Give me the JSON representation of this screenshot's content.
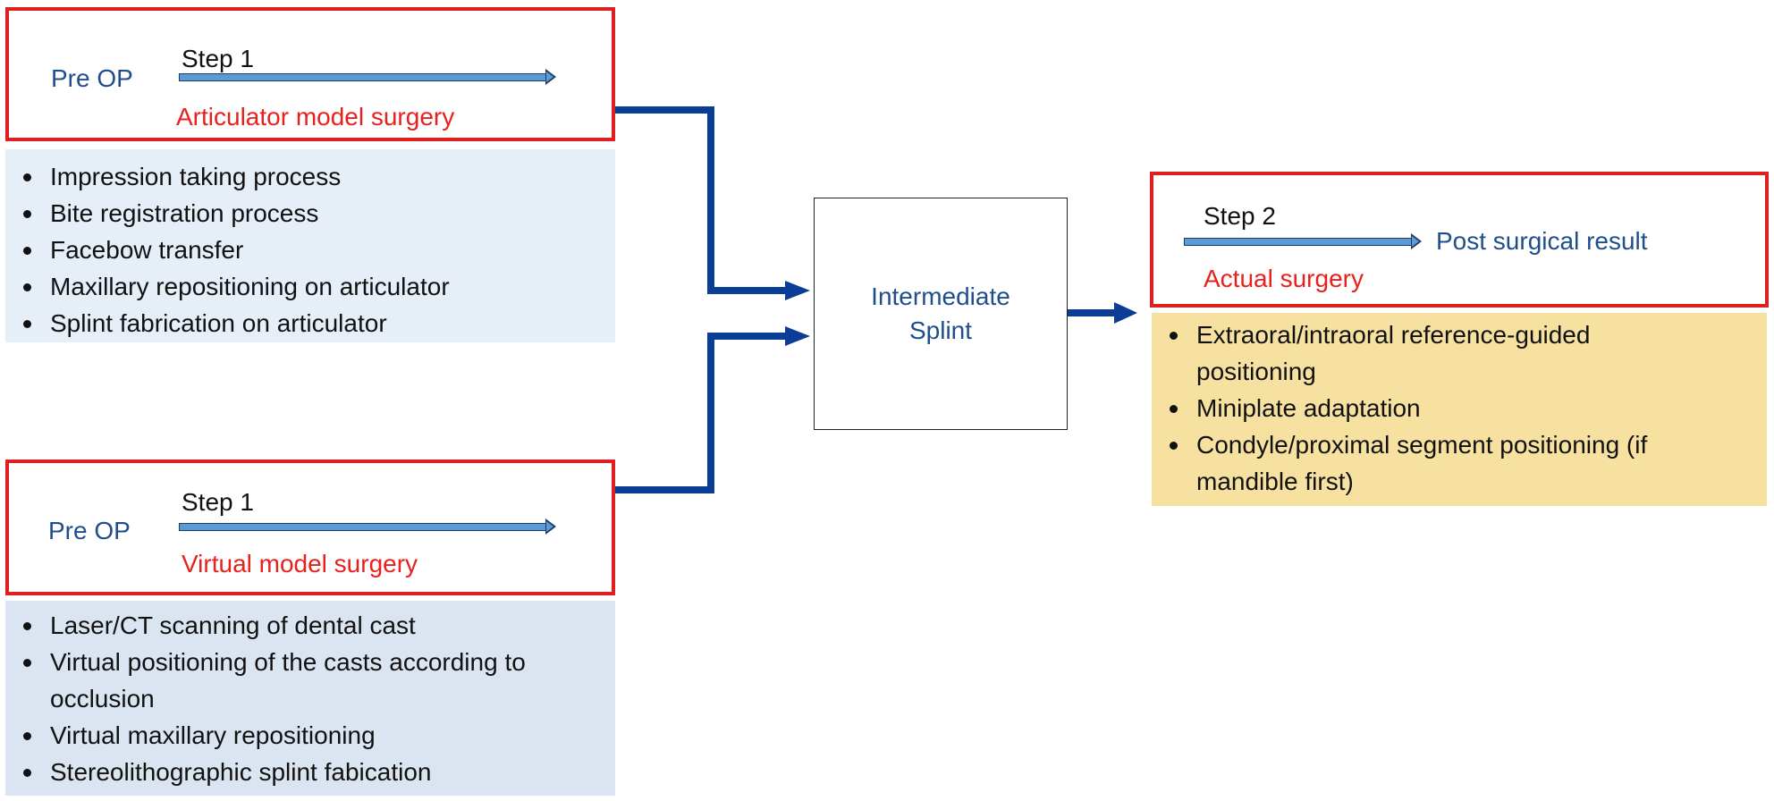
{
  "top_panel": {
    "pre_op": "Pre OP",
    "step": "Step 1",
    "method": "Articulator model surgery",
    "items": [
      "Impression taking process",
      "Bite registration process",
      "Facebow transfer",
      "Maxillary repositioning on articulator",
      "Splint fabrication on articulator"
    ]
  },
  "bottom_panel": {
    "pre_op": "Pre OP",
    "step": "Step 1",
    "method": "Virtual model surgery",
    "items": [
      "Laser/CT scanning of dental cast",
      "Virtual positioning of the casts according to occlusion",
      "Virtual maxillary repositioning",
      "Stereolithographic splint fabication"
    ]
  },
  "center": {
    "line1": "Intermediate",
    "line2": "Splint"
  },
  "right_panel": {
    "step": "Step 2",
    "result": "Post surgical result",
    "method": "Actual surgery",
    "items": [
      "Extraoral/intraoral reference-guided positioning",
      "Miniplate adaptation",
      "Condyle/proximal segment positioning (if mandible first)"
    ]
  },
  "colors": {
    "box_border": "#e02020",
    "flow_arrow": "#0b3c96",
    "list_bg_blue_top": "#e6eef8",
    "list_bg_blue_bottom": "#dbe5f1",
    "list_bg_yellow": "#f7e1a0",
    "label_blue": "#1f4e8c",
    "label_red": "#e8201e"
  }
}
